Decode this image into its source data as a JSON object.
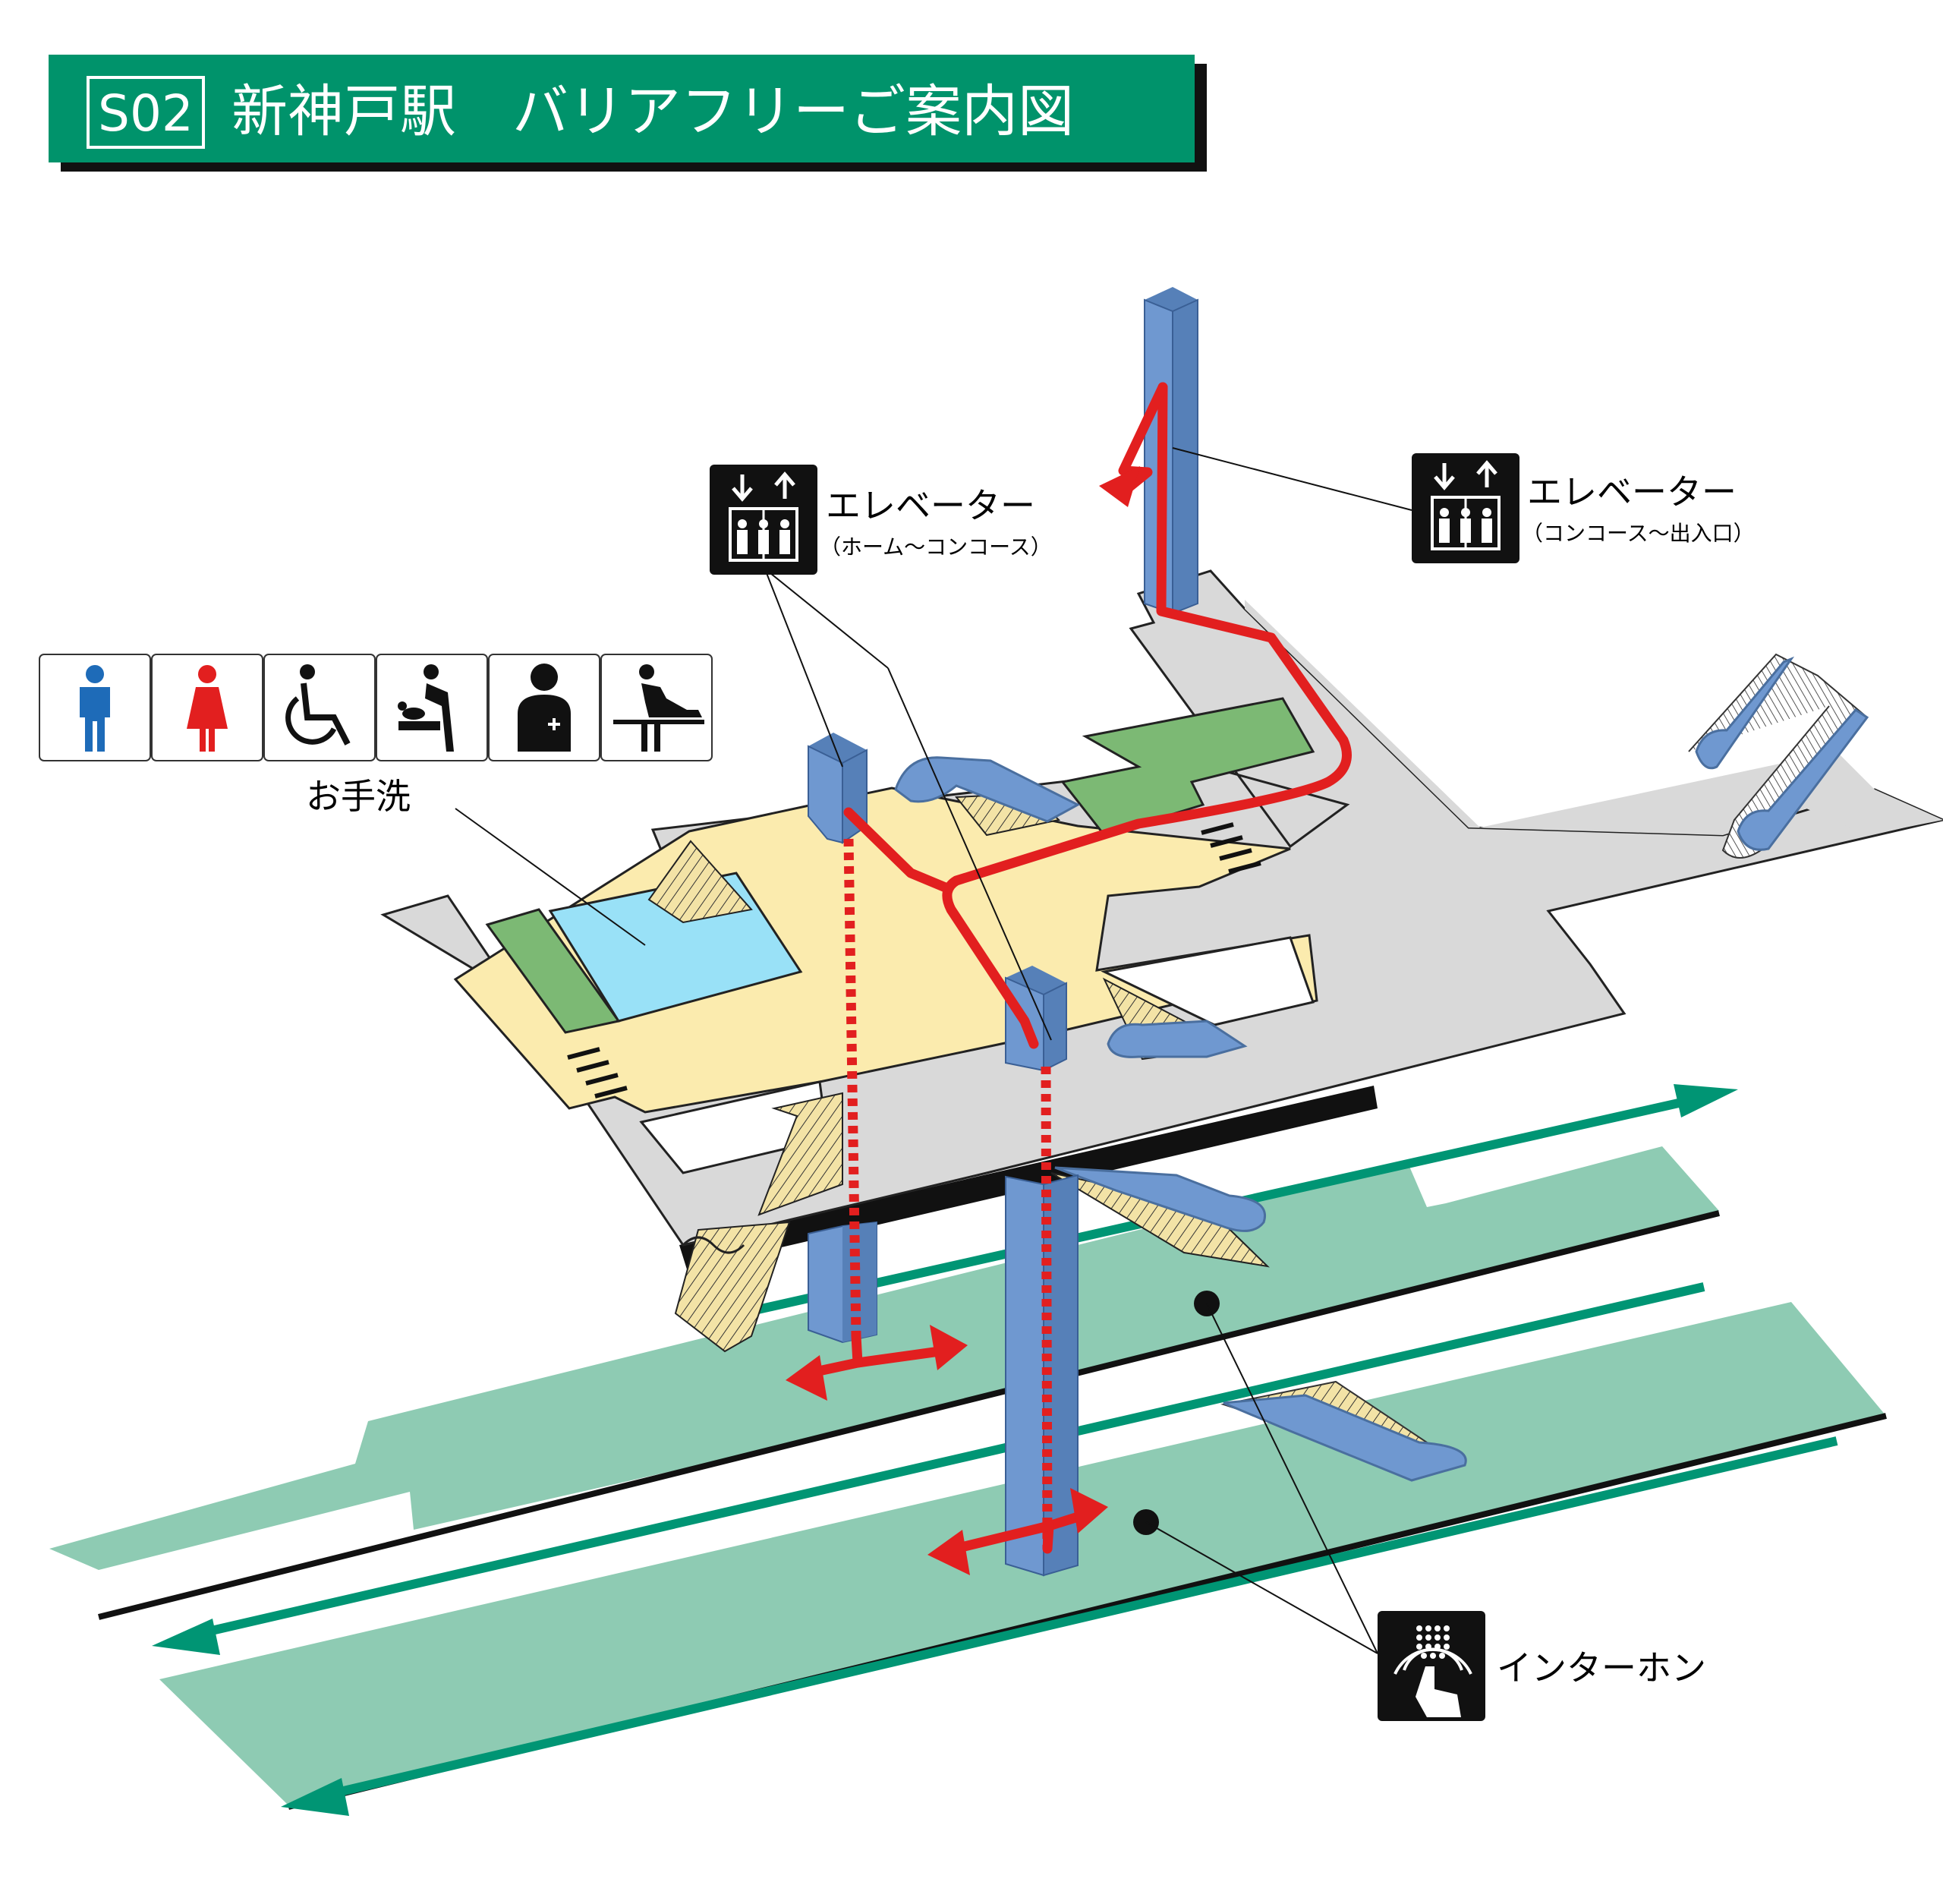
{
  "title": {
    "station_code": "S02",
    "text": "新神戸駅　バリアフリーご案内図"
  },
  "labels": {
    "elevator_home": {
      "name": "エレベーター",
      "sub": "（ホーム～コンコース）"
    },
    "elevator_exit": {
      "name": "エレベーター",
      "sub": "（コンコース～出入口）"
    },
    "toilet": "お手洗",
    "intercom": "インターホン"
  },
  "toilet_icons": [
    "man-icon",
    "woman-icon",
    "wheelchair-icon",
    "baby-changing-icon",
    "ostomate-icon",
    "adult-changing-bed-icon"
  ],
  "colors": {
    "title_bar": "#00936B",
    "route": "#E21F1F",
    "elevator": "#6F98D0",
    "platform": "#8ECBB3",
    "track_arrow": "#009574",
    "concourse": "#D9D9D9",
    "paid_area": "#FBEBAE",
    "toilet": "#99E1F7",
    "green_area": "#7CB974",
    "stairs": "#F3E3A6"
  }
}
